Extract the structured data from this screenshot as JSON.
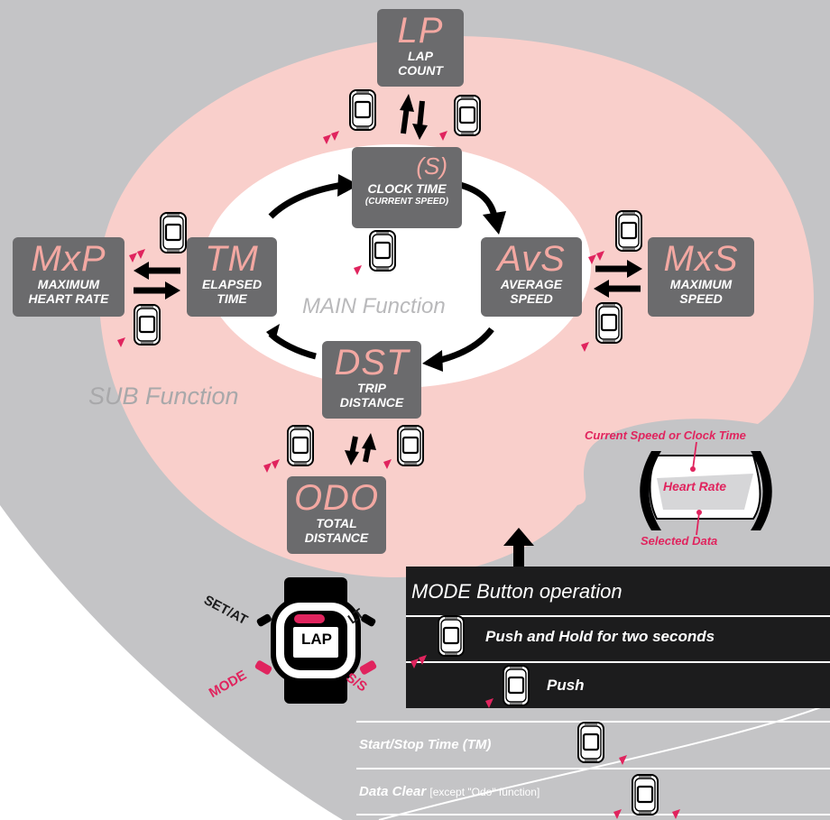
{
  "main_label": "MAIN Function",
  "sub_label": "SUB Function",
  "modes": {
    "lap": {
      "code": "LP",
      "line1": "LAP",
      "line2": "COUNT"
    },
    "clock": {
      "code": "(S)",
      "line1": "CLOCK TIME",
      "line2": "(CURRENT SPEED)"
    },
    "elapsed": {
      "code": "TM",
      "line1": "ELAPSED",
      "line2": "TIME"
    },
    "avg": {
      "code": "AvS",
      "line1": "AVERAGE",
      "line2": "SPEED"
    },
    "maxhr": {
      "code": "MxP",
      "line1": "MAXIMUM",
      "line2": "HEART RATE"
    },
    "maxspd": {
      "code": "MxS",
      "line1": "MAXIMUM",
      "line2": "SPEED"
    },
    "trip": {
      "code": "DST",
      "line1": "TRIP",
      "line2": "DISTANCE"
    },
    "odo": {
      "code": "ODO",
      "line1": "TOTAL",
      "line2": "DISTANCE"
    }
  },
  "legend": {
    "top": "Current Speed or Clock Time",
    "middle": "Heart Rate",
    "bottom": "Selected Data"
  },
  "operation": {
    "title": "MODE Button operation",
    "hold": "Push and Hold for two seconds",
    "push": "Push",
    "startstop": "Start/Stop Time (TM)",
    "clear_bold": "Data Clear",
    "clear_note": "[except \"Odo\" function]"
  },
  "buttons": {
    "set": "SET/AT",
    "lt": "LT",
    "mode": "MODE",
    "ss": "S/S",
    "screen": "LAP"
  },
  "colors": {
    "accent": "#e0245e",
    "box": "#6b6b6d",
    "code": "#f3a8a2",
    "outer": "#f9cfcb",
    "gray_bg": "#c4c4c6",
    "dark_band": "#1c1c1d"
  }
}
